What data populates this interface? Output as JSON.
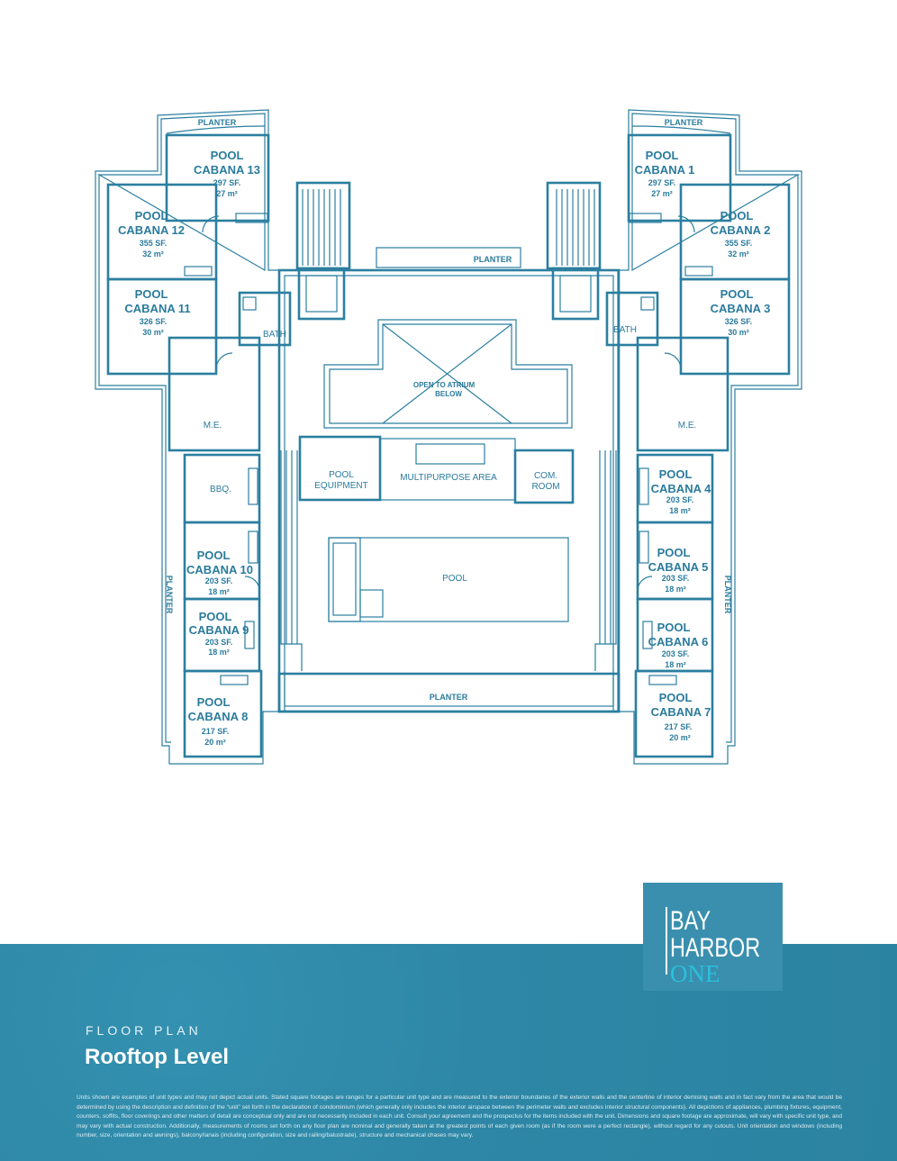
{
  "plan": {
    "planters": {
      "top_left": "PLANTER",
      "top_right": "PLANTER",
      "center": "PLANTER",
      "bottom": "PLANTER",
      "left": "PLANTER",
      "right": "PLANTER"
    },
    "cabanas": [
      {
        "l1": "POOL",
        "l2": "CABANA 13",
        "sf": "297 SF.",
        "m2": "27 m²"
      },
      {
        "l1": "POOL",
        "l2": "CABANA 12",
        "sf": "355 SF.",
        "m2": "32 m²"
      },
      {
        "l1": "POOL",
        "l2": "CABANA 11",
        "sf": "326 SF.",
        "m2": "30 m²"
      },
      {
        "l1": "POOL",
        "l2": "CABANA 1",
        "sf": "297 SF.",
        "m2": "27 m²"
      },
      {
        "l1": "POOL",
        "l2": "CABANA 2",
        "sf": "355 SF.",
        "m2": "32 m²"
      },
      {
        "l1": "POOL",
        "l2": "CABANA 3",
        "sf": "326 SF.",
        "m2": "30 m²"
      },
      {
        "l1": "POOL",
        "l2": "CABANA 4",
        "sf": "203 SF.",
        "m2": "18 m²"
      },
      {
        "l1": "POOL",
        "l2": "CABANA 5",
        "sf": "203 SF.",
        "m2": "18 m²"
      },
      {
        "l1": "POOL",
        "l2": "CABANA 6",
        "sf": "203 SF.",
        "m2": "18 m²"
      },
      {
        "l1": "POOL",
        "l2": "CABANA 7",
        "sf": "217 SF.",
        "m2": "20 m²"
      },
      {
        "l1": "POOL",
        "l2": "CABANA 10",
        "sf": "203 SF.",
        "m2": "18 m²"
      },
      {
        "l1": "POOL",
        "l2": "CABANA 9",
        "sf": "203 SF.",
        "m2": "18 m²"
      },
      {
        "l1": "POOL",
        "l2": "CABANA 8",
        "sf": "217 SF.",
        "m2": "20 m²"
      }
    ],
    "rooms": {
      "bath_left": "BATH",
      "bath_right": "BATH",
      "atrium_1": "OPEN TO ATRIUM",
      "atrium_2": "BELOW",
      "me_left": "M.E.",
      "me_right": "M.E.",
      "bbq": "BBQ.",
      "pool_equipment_1": "POOL",
      "pool_equipment_2": "EQUIPMENT",
      "multipurpose": "MULTIPURPOSE AREA",
      "com_room_1": "COM.",
      "com_room_2": "ROOM",
      "pool": "POOL"
    }
  },
  "logo": {
    "line1": "BAY",
    "line2": "HARBOR",
    "line3": "ONE"
  },
  "footer": {
    "kicker": "FLOOR PLAN",
    "title": "Rooftop Level",
    "disclaimer": "Units shown are examples of unit types and may not depict actual units. Stated square footages are ranges for a particular unit type and are measured to the exterior boundaries of the exterior walls and the centerline of interior demising walls and in fact vary from the area that would be determined by using the description and definition of the “unit” set forth in the declaration of condominium (which generally only includes the interior airspace between the perimeter walls and excludes interior structural components). All depictions of appliances, plumbing fixtures, equipment, counters, soffits, floor coverings and other matters of detail are conceptual only and are not necessarily included in each unit. Consult your agreement and the prospectus for the items included with the unit. Dimensions and square footage are approximate, will vary with specific unit type, and may vary with actual construction. Additionally, measurements of rooms set forth on any floor plan are nominal and generally taken at the greatest points of each given room (as if the room were a perfect rectangle), without regard for any cutouts. Unit orientation and windows (including number, size, orientation and awnings), balcony/lanais (including configuration, size and railing/balustrade), structure and mechanical chases may vary."
  },
  "colors": {
    "plan_line": "#2b7fa0",
    "band": "#2e87a6",
    "logo_box": "#3a8fae",
    "logo_accent": "#29c0dc"
  }
}
